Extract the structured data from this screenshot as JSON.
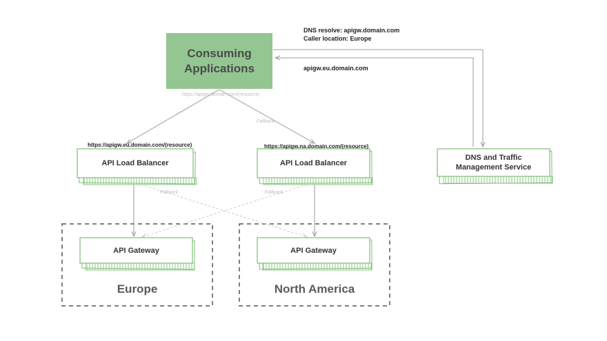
{
  "consuming_applications": {
    "line1": "Consuming",
    "line2": "Applications"
  },
  "dns_info": {
    "line1": "DNS resolve: apigw.domain.com",
    "line2": "Caller location: Europe",
    "response": "apigw.eu.domain.com"
  },
  "resource_url": "https://apigw.domain.com/(resource)",
  "fallback_label": "Fallback",
  "load_balancers": [
    {
      "label": "API Load Balancer",
      "url": "https://apigw.eu.domain.com/(resource)"
    },
    {
      "label": "API Load Balancer",
      "url": "https://apigw.na.domain.com/(resource)"
    }
  ],
  "gateways": [
    {
      "label": "API Gateway",
      "region": "Europe"
    },
    {
      "label": "API Gateway",
      "region": "North America"
    }
  ],
  "dns_service": {
    "line1": "DNS and Traffic",
    "line2": "Management Service"
  },
  "colors": {
    "green_fill": "#93c690",
    "green_stroke": "#7bbf73",
    "dash": "#555555"
  }
}
